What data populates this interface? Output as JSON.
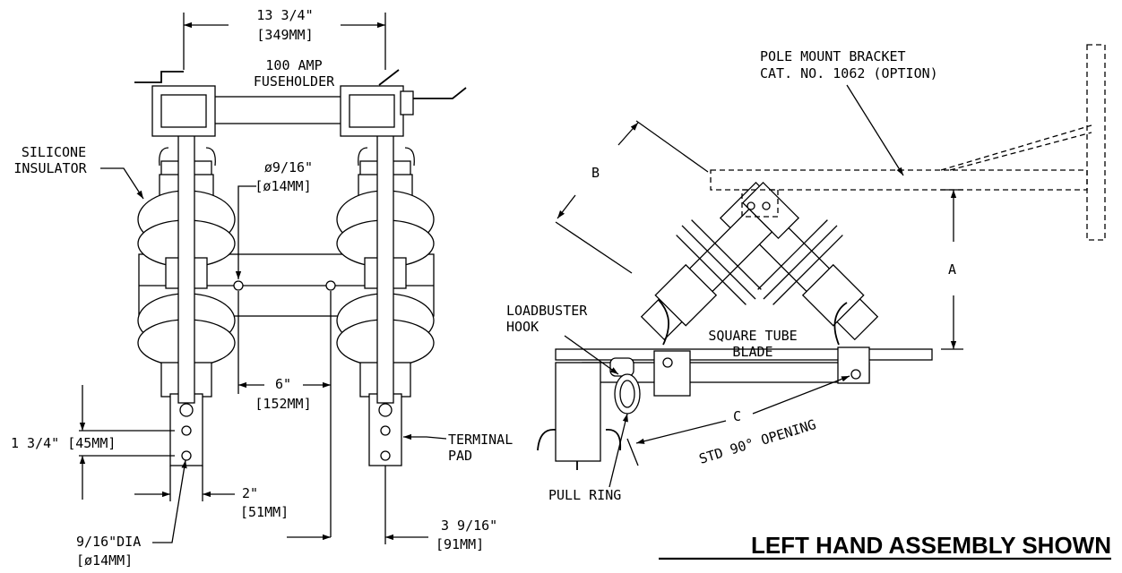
{
  "front_view": {
    "width_dim": "13 3/4\"",
    "width_dim_mm": "[349MM]",
    "fuseholder_label_1": "100 AMP",
    "fuseholder_label_2": "FUSEHOLDER",
    "insulator_label_1": "SILICONE",
    "insulator_label_2": "INSULATOR",
    "mount_hole_dim": "ø9/16\"",
    "mount_hole_dim_mm": "[ø14MM]",
    "mount_spacing_dim": "6\"",
    "mount_spacing_dim_mm": "[152MM]",
    "pad_hole_spacing_dim": "1 3/4\" [45MM]",
    "pad_edge_dim": "2\"",
    "pad_edge_dim_mm": "[51MM]",
    "terminal_label_1": "TERMINAL",
    "terminal_label_2": "PAD",
    "pad_hole_dia": "9/16\"DIA",
    "pad_hole_dia_mm": "[ø14MM]",
    "terminal_offset_dim": "3 9/16\"",
    "terminal_offset_dim_mm": "[91MM]"
  },
  "side_view": {
    "bracket_label_1": "POLE MOUNT BRACKET",
    "bracket_label_2": "CAT. NO. 1062 (OPTION)",
    "dim_a": "A",
    "dim_b": "B",
    "dim_c": "C",
    "loadbuster_label_1": "LOADBUSTER",
    "loadbuster_label_2": "HOOK",
    "blade_label_1": "SQUARE TUBE",
    "blade_label_2": "BLADE",
    "opening_label": "STD 90° OPENING",
    "pull_ring_label": "PULL RING"
  },
  "caption": "LEFT HAND ASSEMBLY SHOWN"
}
